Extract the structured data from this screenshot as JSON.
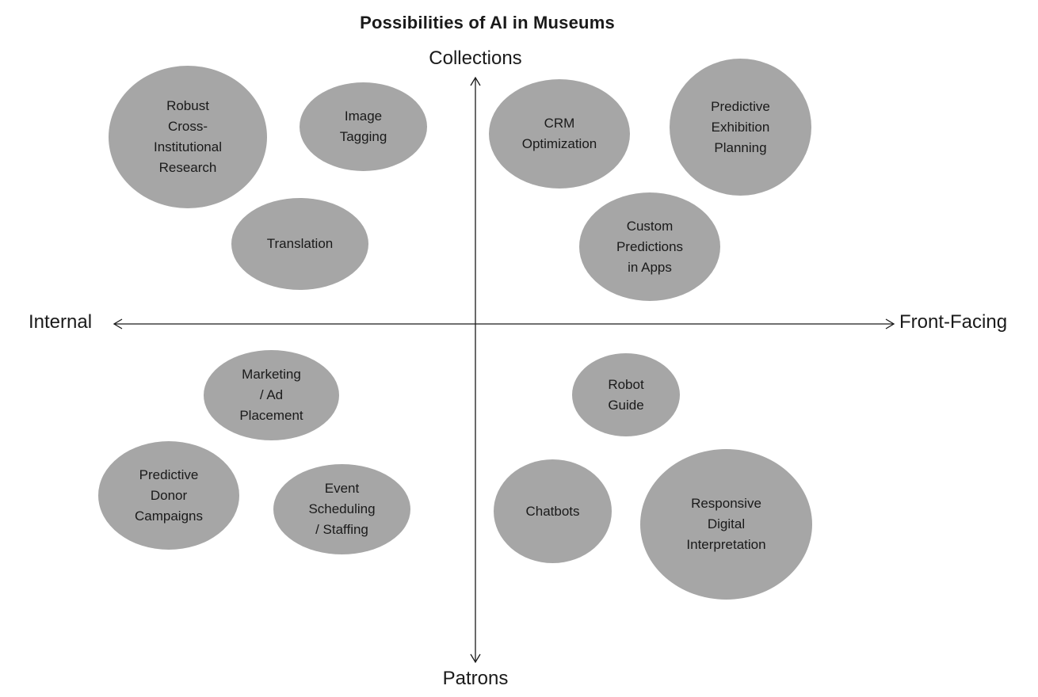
{
  "title": "Possibilities of AI in Museums",
  "axes": {
    "top": "Collections",
    "bottom": "Patrons",
    "left": "Internal",
    "right": "Front-Facing"
  },
  "colors": {
    "bubble_fill": "#a6a6a6",
    "axis_line": "#1a1a1a",
    "text": "#1a1a1a"
  },
  "bubbles": [
    {
      "name": "robust-research",
      "label": "Robust\nCross-\nInstitutional\nResearch"
    },
    {
      "name": "image-tagging",
      "label": "Image\nTagging"
    },
    {
      "name": "translation",
      "label": "Translation"
    },
    {
      "name": "crm-optimization",
      "label": "CRM\nOptimization"
    },
    {
      "name": "predictive-exhibition-planning",
      "label": "Predictive\nExhibition\nPlanning"
    },
    {
      "name": "custom-predictions",
      "label": "Custom\nPredictions\nin Apps"
    },
    {
      "name": "marketing-ad-placement",
      "label": "Marketing\n/ Ad\nPlacement"
    },
    {
      "name": "predictive-donor-campaigns",
      "label": "Predictive\nDonor\nCampaigns"
    },
    {
      "name": "event-scheduling",
      "label": "Event\nScheduling\n/ Staffing"
    },
    {
      "name": "robot-guide",
      "label": "Robot\nGuide"
    },
    {
      "name": "chatbots",
      "label": "Chatbots"
    },
    {
      "name": "responsive-digital-interpretation",
      "label": "Responsive\nDigital\nInterpretation"
    }
  ]
}
